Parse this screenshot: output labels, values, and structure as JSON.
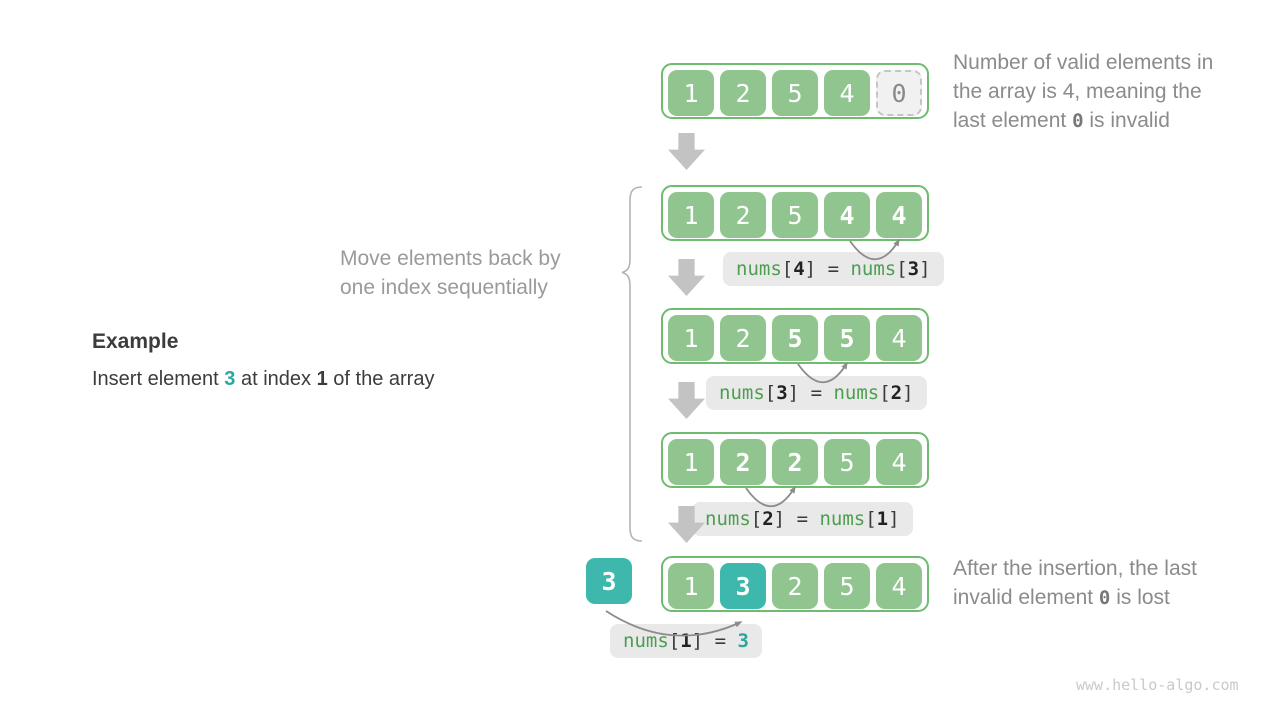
{
  "colors": {
    "cell_green": "#90c58f",
    "border_green": "#6fbb6f",
    "teal": "#3eb8ac",
    "code_green": "#4d9e50",
    "code_teal": "#2aa79e",
    "label_bg": "#e9e9e9",
    "arrow_gray": "#c3c3c3",
    "arc_gray": "#8c8c8c",
    "note_gray": "#8b8b8b",
    "text_dark": "#3c3c3c",
    "ghost_bg": "#f1f1f1",
    "ghost_border": "#c5c5c5",
    "ghost_text": "#8a8a8a",
    "watermark": "#c9c9c9",
    "brace": "#b3b3b3"
  },
  "rows": [
    {
      "cells": [
        {
          "v": "1"
        },
        {
          "v": "2"
        },
        {
          "v": "5"
        },
        {
          "v": "4"
        },
        {
          "v": "0",
          "k": "ghost"
        }
      ]
    },
    {
      "cells": [
        {
          "v": "1"
        },
        {
          "v": "2"
        },
        {
          "v": "5"
        },
        {
          "v": "4",
          "k": "green-bold"
        },
        {
          "v": "4",
          "k": "green-bold"
        }
      ]
    },
    {
      "cells": [
        {
          "v": "1"
        },
        {
          "v": "2"
        },
        {
          "v": "5",
          "k": "green-bold"
        },
        {
          "v": "5",
          "k": "green-bold"
        },
        {
          "v": "4"
        }
      ]
    },
    {
      "cells": [
        {
          "v": "1"
        },
        {
          "v": "2",
          "k": "green-bold"
        },
        {
          "v": "2",
          "k": "green-bold"
        },
        {
          "v": "5"
        },
        {
          "v": "4"
        }
      ]
    },
    {
      "cells": [
        {
          "v": "1"
        },
        {
          "v": "3",
          "k": "teal-bold"
        },
        {
          "v": "2"
        },
        {
          "v": "5"
        },
        {
          "v": "4"
        }
      ]
    }
  ],
  "inserted_element": {
    "value": "3"
  },
  "labels": [
    {
      "segments": [
        {
          "t": "nums",
          "k": "g"
        },
        {
          "t": "[",
          "k": "d"
        },
        {
          "t": "4",
          "k": "db"
        },
        {
          "t": "]",
          "k": "d"
        },
        {
          "t": " = ",
          "k": "d"
        },
        {
          "t": "nums",
          "k": "g"
        },
        {
          "t": "[",
          "k": "d"
        },
        {
          "t": "3",
          "k": "db"
        },
        {
          "t": "]",
          "k": "d"
        }
      ]
    },
    {
      "segments": [
        {
          "t": "nums",
          "k": "g"
        },
        {
          "t": "[",
          "k": "d"
        },
        {
          "t": "3",
          "k": "db"
        },
        {
          "t": "]",
          "k": "d"
        },
        {
          "t": " = ",
          "k": "d"
        },
        {
          "t": "nums",
          "k": "g"
        },
        {
          "t": "[",
          "k": "d"
        },
        {
          "t": "2",
          "k": "db"
        },
        {
          "t": "]",
          "k": "d"
        }
      ]
    },
    {
      "segments": [
        {
          "t": "nums",
          "k": "g"
        },
        {
          "t": "[",
          "k": "d"
        },
        {
          "t": "2",
          "k": "db"
        },
        {
          "t": "]",
          "k": "d"
        },
        {
          "t": " = ",
          "k": "d"
        },
        {
          "t": "nums",
          "k": "g"
        },
        {
          "t": "[",
          "k": "d"
        },
        {
          "t": "1",
          "k": "db"
        },
        {
          "t": "]",
          "k": "d"
        }
      ]
    },
    {
      "segments": [
        {
          "t": "nums",
          "k": "g"
        },
        {
          "t": "[",
          "k": "d"
        },
        {
          "t": "1",
          "k": "db"
        },
        {
          "t": "]",
          "k": "d"
        },
        {
          "t": " = ",
          "k": "d"
        },
        {
          "t": "3",
          "k": "tb"
        }
      ]
    }
  ],
  "notes": {
    "top_right": {
      "lines": [
        [
          {
            "t": "Number of valid elements in"
          }
        ],
        [
          {
            "t": "the array is 4, meaning the"
          }
        ],
        [
          {
            "t": "last element "
          },
          {
            "t": "0",
            "k": "mono0"
          },
          {
            "t": " is invalid"
          }
        ]
      ]
    },
    "move": {
      "lines": [
        [
          {
            "t": "Move elements back by"
          }
        ],
        [
          {
            "t": "one index sequentially"
          }
        ]
      ]
    },
    "bottom_right": {
      "lines": [
        [
          {
            "t": "After the insertion, the last"
          }
        ],
        [
          {
            "t": "invalid element "
          },
          {
            "t": "0",
            "k": "mono0"
          },
          {
            "t": " is lost"
          }
        ]
      ]
    }
  },
  "example": {
    "title": "Example",
    "line": [
      {
        "t": "Insert element "
      },
      {
        "t": "3",
        "k": "tealb"
      },
      {
        "t": " at index "
      },
      {
        "t": "1",
        "k": "b"
      },
      {
        "t": " of the array"
      }
    ]
  },
  "watermark": "www.hello-algo.com"
}
